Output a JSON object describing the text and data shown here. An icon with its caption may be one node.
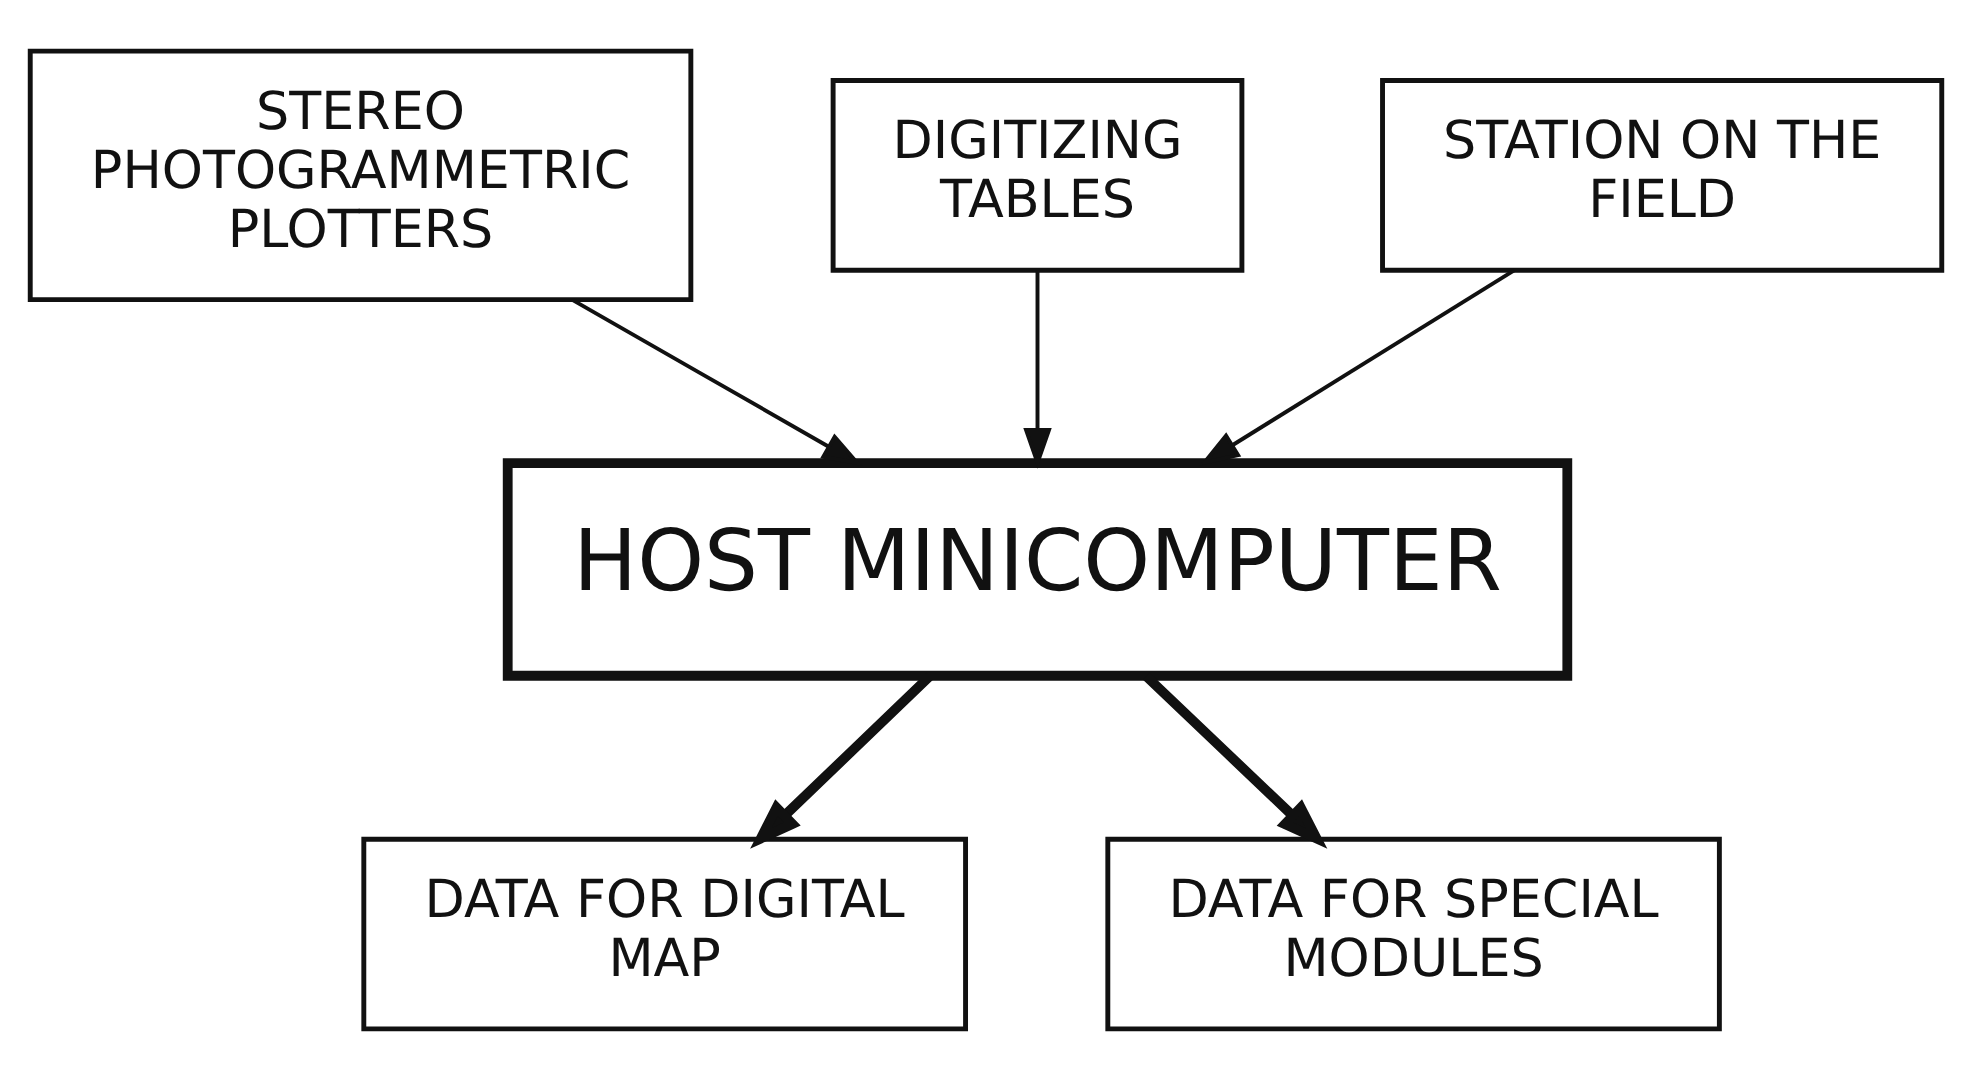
{
  "diagram": {
    "nodes": [
      {
        "text": [
          "STEREO PHOTOGRAMMETRIC PLOTTERS"
        ]
      },
      {
        "text": [
          "DIGITIZING TABLES"
        ]
      },
      {
        "text": [
          "STATION ON THE FIELD"
        ]
      },
      {
        "text": [
          "HOST MINICOMPUTER"
        ]
      },
      {
        "text": [
          "DATA FOR DIGITAL MAP"
        ]
      },
      {
        "text": [
          "DATA FOR SPECIAL MODULES"
        ]
      }
    ],
    "edges": [
      {
        "from": 0,
        "to": 3,
        "arrow": "to"
      },
      {
        "from": 1,
        "to": 3,
        "arrow": "to"
      },
      {
        "from": 2,
        "to": 3,
        "arrow": "to"
      },
      {
        "from": 3,
        "to": 4,
        "arrow": "to",
        "style": "thick"
      },
      {
        "from": 3,
        "to": 5,
        "arrow": "to",
        "style": "thick"
      }
    ]
  }
}
